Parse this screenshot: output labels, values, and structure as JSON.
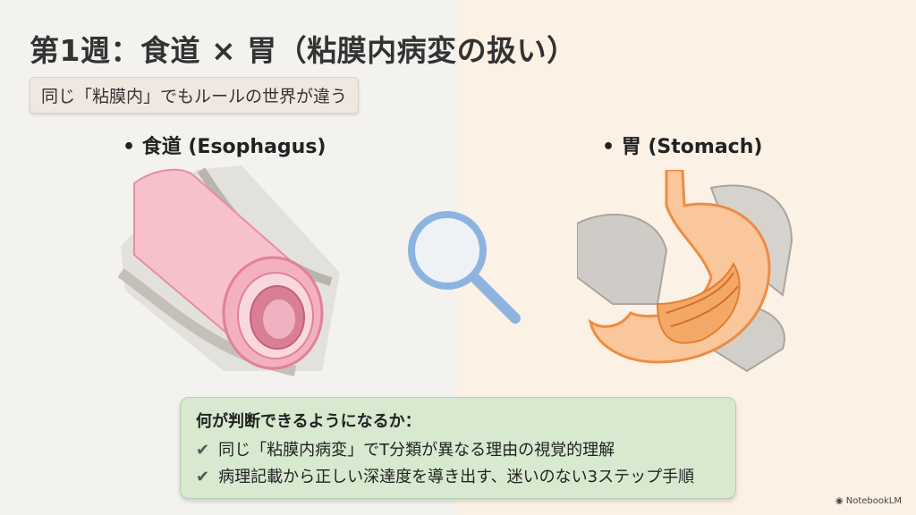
{
  "slide": {
    "title": "第1週：食道 × 胃（粘膜内病変の扱い）",
    "subtitle": "同じ「粘膜内」でもルールの世界が違う",
    "left_label": "• 食道 (Esophagus)",
    "right_label": "• 胃 (Stomach)",
    "summary": {
      "heading": "何が判断できるようになるか：",
      "items": [
        {
          "check": "✔",
          "text": "同じ「粘膜内病変」でT分類が異なる理由の視覚的理解"
        },
        {
          "check": "✔",
          "text": "病理記載から正しい深達度を導き出す、迷いのない3ステップ手順"
        }
      ]
    },
    "brand": "NotebookLM"
  },
  "colors": {
    "left_bg": "#f3f2ef",
    "right_bg": "#fbf1e4",
    "summary_bg": "#d7e9cf",
    "esophagus": "#f2a7b6",
    "stomach": "#f5a25f",
    "magnifier": "#8db4e0"
  }
}
